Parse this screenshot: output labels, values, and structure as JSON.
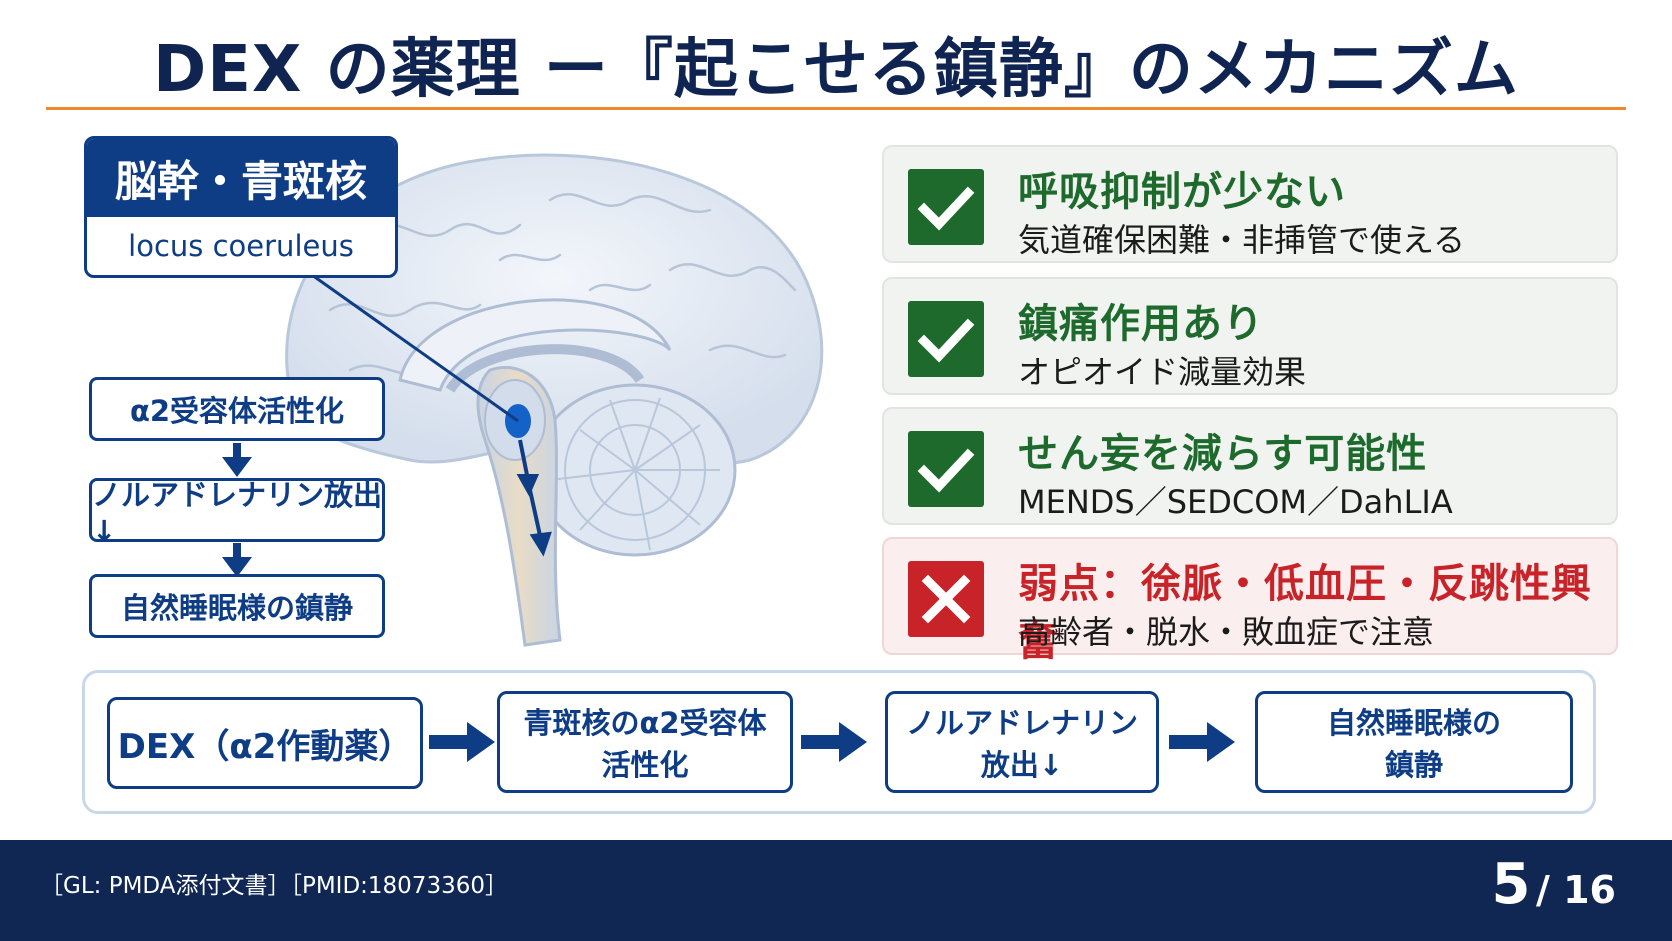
{
  "title": "DEX の薬理 ー『起こせる鎮静』のメカニズム",
  "colors": {
    "navy": "#0e3d86",
    "accent_orange": "#ef8a2a",
    "positive_green": "#1d6a2c",
    "negative_red": "#c72328",
    "footer_bg": "#0f2752"
  },
  "locus": {
    "heading": "脳幹・青斑核",
    "latin": "locus coeruleus"
  },
  "left_steps": [
    "α2受容体活性化",
    "ノルアドレナリン放出↓",
    "自然睡眠様の鎮静"
  ],
  "cards": [
    {
      "icon": "check-icon",
      "title": "呼吸抑制が少ない",
      "subtitle": "気道確保困難・非挿管で使える"
    },
    {
      "icon": "check-icon",
      "title": "鎮痛作用あり",
      "subtitle": "オピオイド減量効果"
    },
    {
      "icon": "check-icon",
      "title": "せん妄を減らす可能性",
      "subtitle": "MENDS／SEDCOM／DahLIA"
    },
    {
      "icon": "cross-icon",
      "title": "弱点：徐脈・低血圧・反跳性興奮",
      "subtitle": "高齢者・脱水・敗血症で注意"
    }
  ],
  "flow": [
    {
      "line1": "DEX（α2作動薬）",
      "line2": ""
    },
    {
      "line1": "青斑核のα2受容体",
      "line2": "活性化"
    },
    {
      "line1": "ノルアドレナリン",
      "line2": "放出↓"
    },
    {
      "line1": "自然睡眠様の",
      "line2": "鎮静"
    }
  ],
  "footer": {
    "refs": "［GL: PMDA添付文書］［PMID:18073360］",
    "page_current": "5",
    "page_total": "/ 16"
  }
}
